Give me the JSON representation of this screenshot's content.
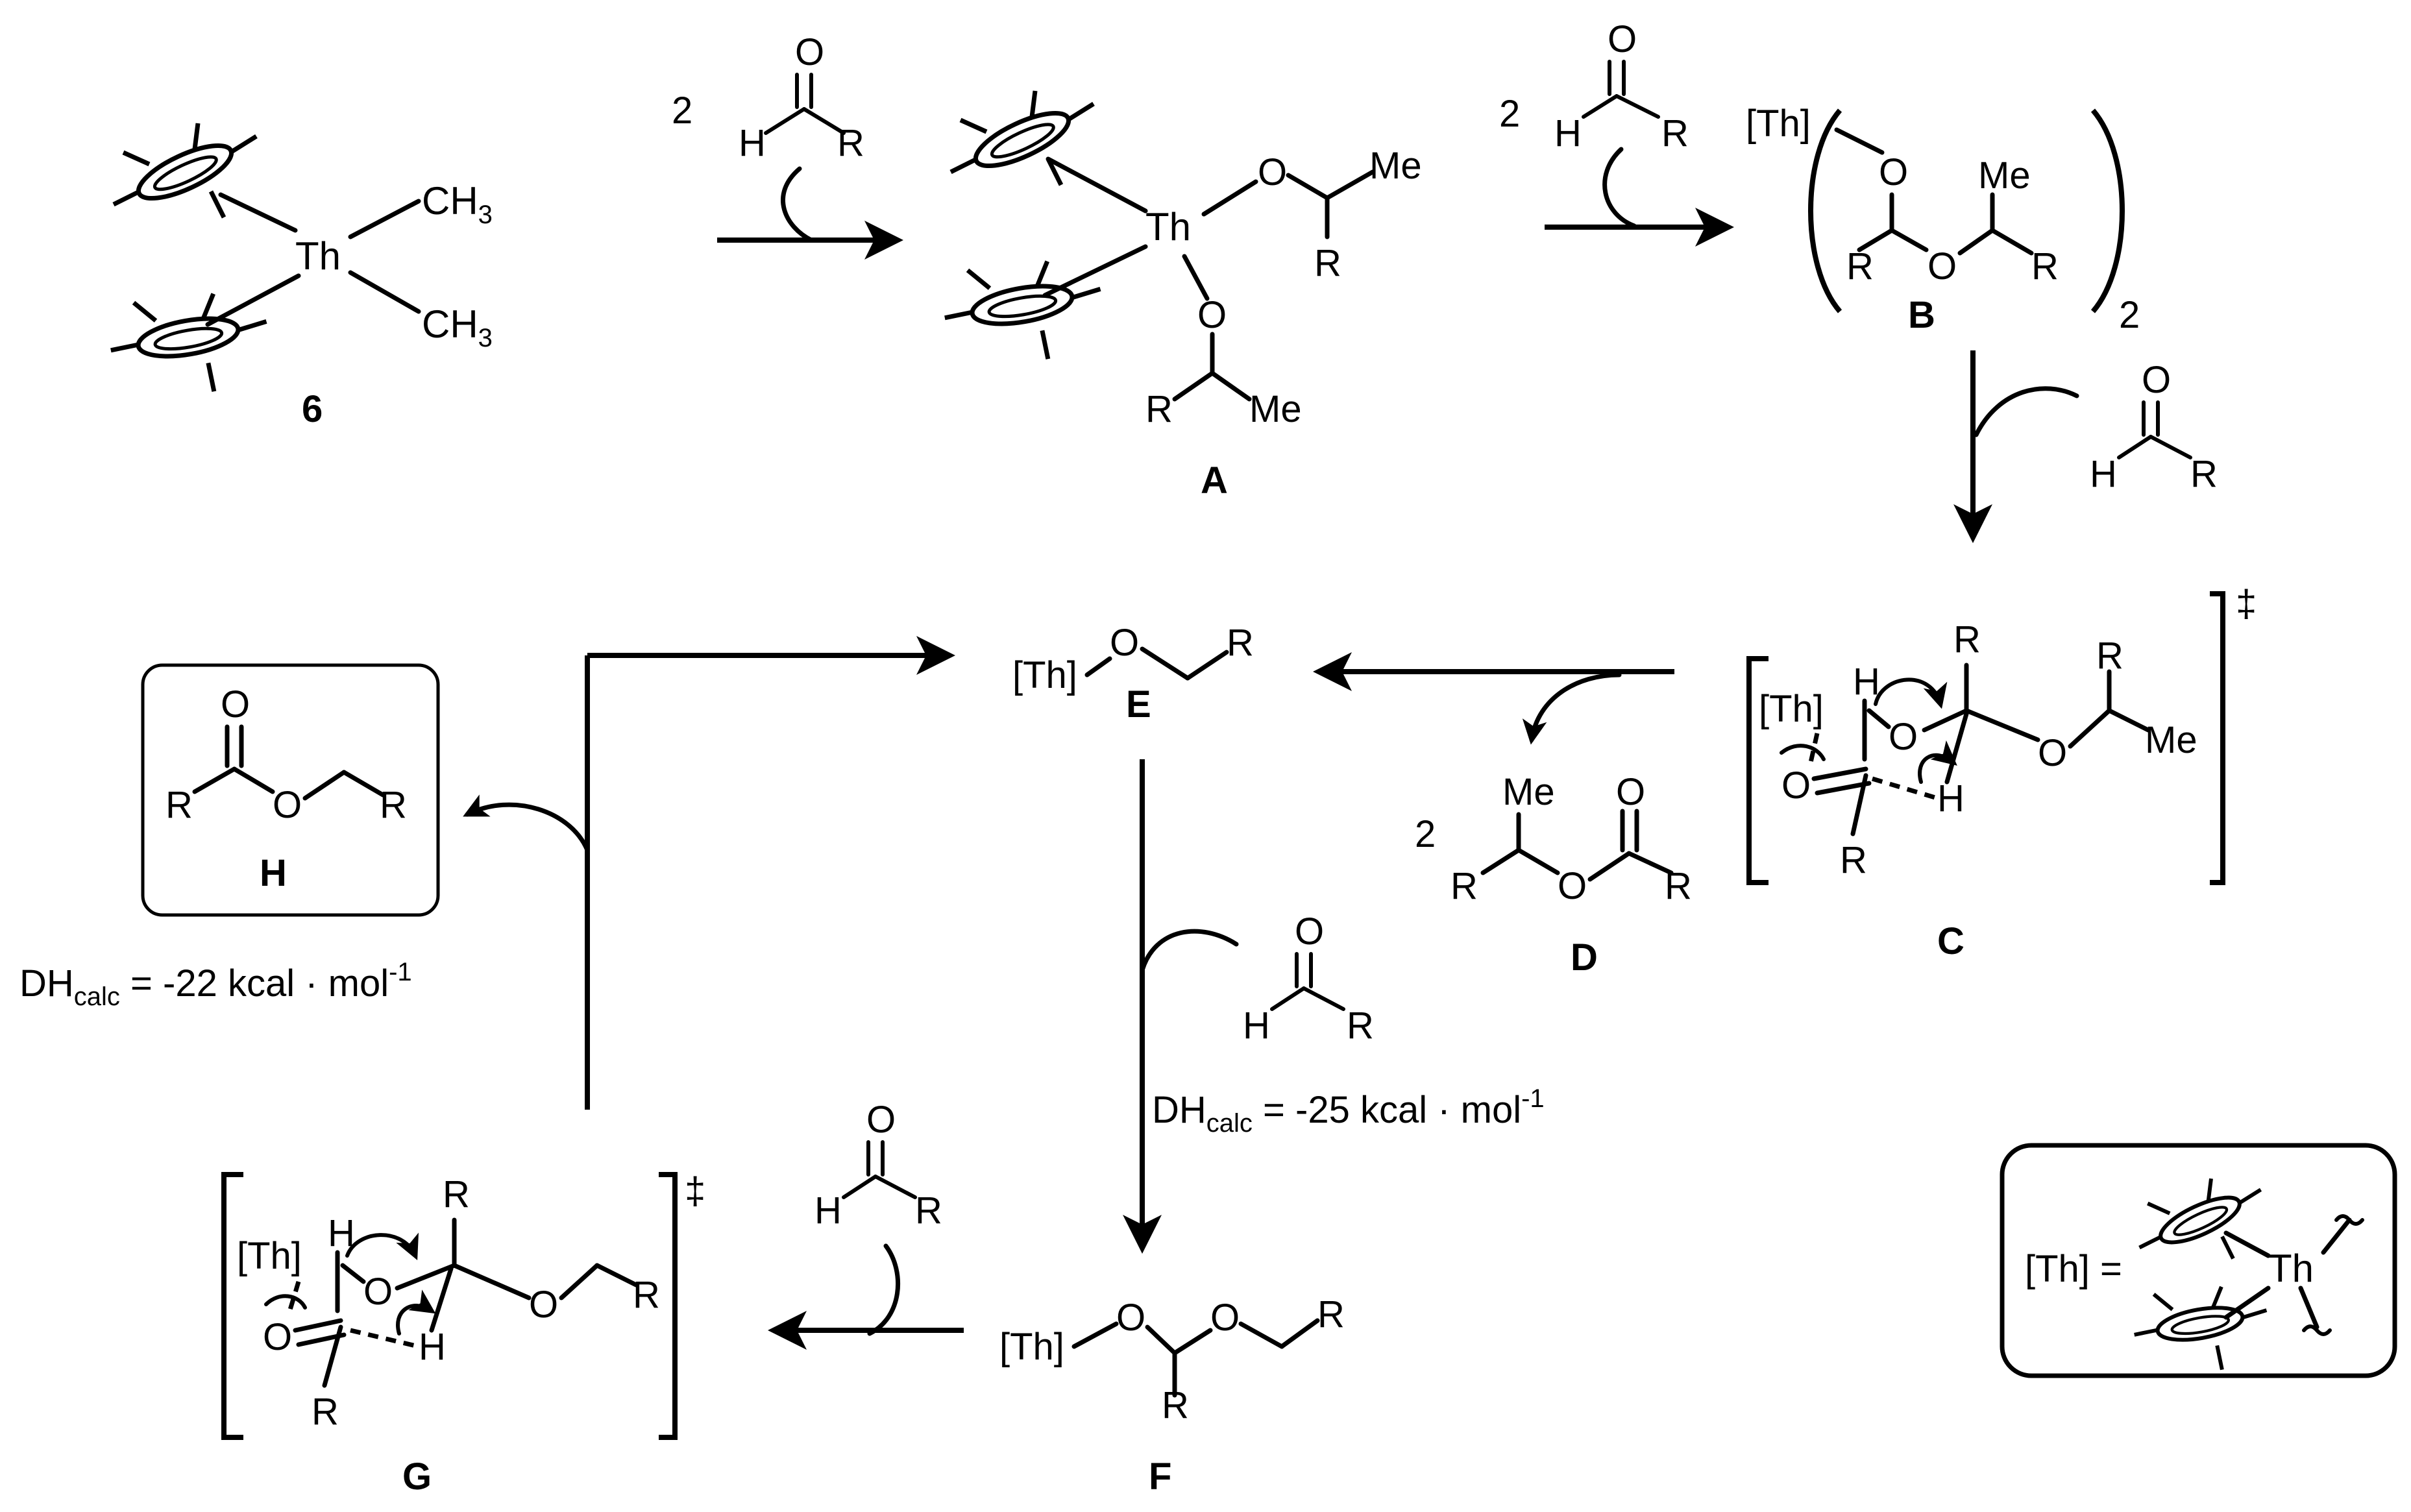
{
  "labels": {
    "two": "2",
    "H": "H",
    "R": "R",
    "O": "O",
    "Me": "Me",
    "Th": "Th",
    "Th_bracket": "[Th]",
    "CH": "CH",
    "three": "3",
    "dagger": "‡",
    "equals_th": "[Th] ="
  },
  "compounds": {
    "six": "6",
    "A": "A",
    "B": "B",
    "C": "C",
    "D": "D",
    "E": "E",
    "F": "F",
    "G": "G",
    "H": "H"
  },
  "energies": {
    "dh1_main": "DH",
    "dh1_sub": "calc",
    "dh1_rest": " = -22 kcal · mol",
    "dh1_sup": "-1",
    "dh2_main": "DH",
    "dh2_sub": "calc",
    "dh2_rest": " = -25 kcal · mol",
    "dh2_sup": "-1"
  },
  "icons": {
    "arrow": "reaction-arrow",
    "curved": "curved-arrow",
    "cp": "cyclopentadienyl-ring"
  }
}
